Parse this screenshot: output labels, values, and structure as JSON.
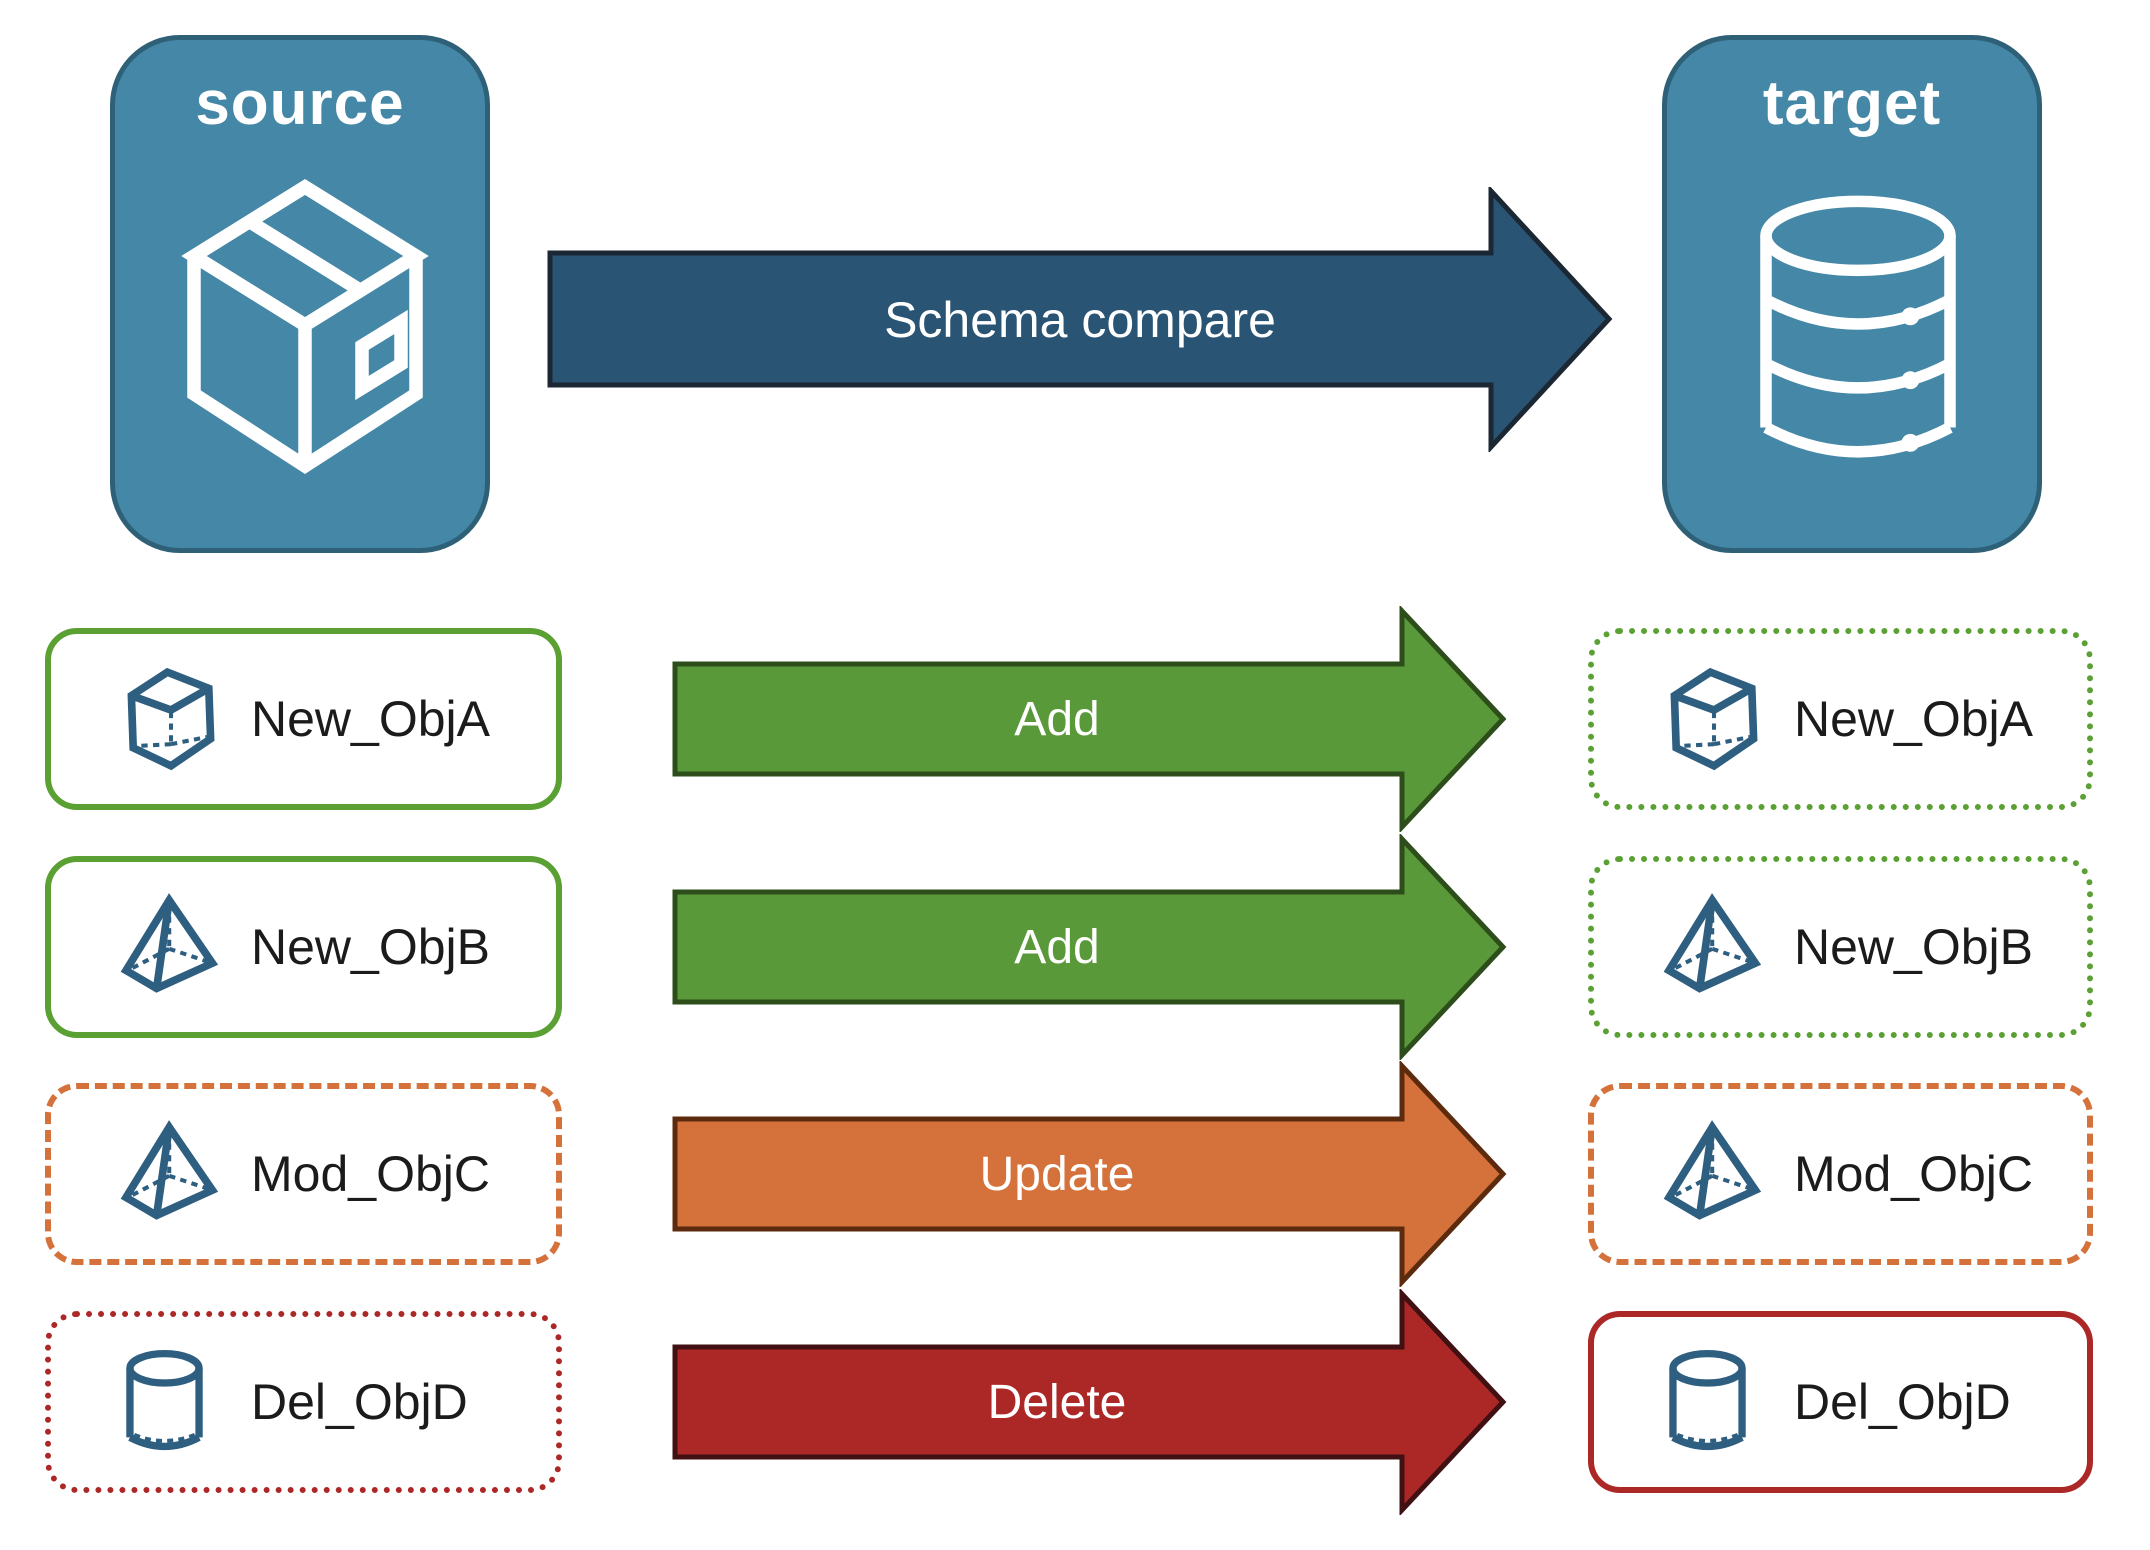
{
  "colors": {
    "panel-fill": "#4487a6",
    "panel-border": "#2e6078",
    "navy-fill": "#2a5474",
    "navy-border": "#1b2733",
    "green-fill": "#599939",
    "green-border": "#2d4e1b",
    "green-line": "#5ba033",
    "orange-fill": "#d5713a",
    "orange-border": "#5c2b0e",
    "red-fill": "#ac2827",
    "red-border": "#401012",
    "icon-stroke": "#2e5e80",
    "label-text": "#1b1b1b",
    "arrow-text": "#ffffff"
  },
  "header": {
    "source_label": "source",
    "target_label": "target",
    "arrow_label": "Schema compare",
    "source_icon": "package-box-icon",
    "target_icon": "database-icon"
  },
  "rows": [
    {
      "object_name": "New_ObjA",
      "icon": "cube-icon",
      "arrow_label": "Add",
      "change_type": "add",
      "source_box_style": "solid-green",
      "target_box_style": "dotted-green"
    },
    {
      "object_name": "New_ObjB",
      "icon": "pyramid-icon",
      "arrow_label": "Add",
      "change_type": "add",
      "source_box_style": "solid-green",
      "target_box_style": "dotted-green"
    },
    {
      "object_name": "Mod_ObjC",
      "icon": "pyramid-icon",
      "arrow_label": "Update",
      "change_type": "update",
      "source_box_style": "dashed-orange",
      "target_box_style": "dashed-orange"
    },
    {
      "object_name": "Del_ObjD",
      "icon": "cylinder-icon",
      "arrow_label": "Delete",
      "change_type": "delete",
      "source_box_style": "dotted-red",
      "target_box_style": "solid-red"
    }
  ]
}
